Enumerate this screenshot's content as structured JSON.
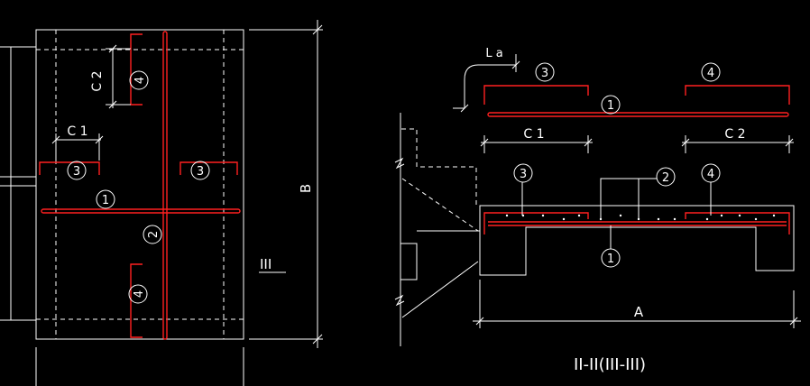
{
  "colors": {
    "background": "#000000",
    "line": "#ffffff",
    "rebar": "#ff2020"
  },
  "plan": {
    "marks": {
      "m1": "1",
      "m2": "2",
      "m3a": "3",
      "m3b": "3",
      "m4a": "4",
      "m4b": "4"
    },
    "dims": {
      "c1": "C 1",
      "c2": "C 2",
      "b": "B",
      "section_mark": "III"
    }
  },
  "section": {
    "marks": {
      "top3": "3",
      "top4": "4",
      "top1": "1",
      "s3": "3",
      "s4": "4",
      "s2": "2",
      "s1": "1"
    },
    "dims": {
      "la": "L a",
      "c1": "C 1",
      "c2": "C 2",
      "a": "A"
    },
    "title": "II-II(III-III)"
  }
}
